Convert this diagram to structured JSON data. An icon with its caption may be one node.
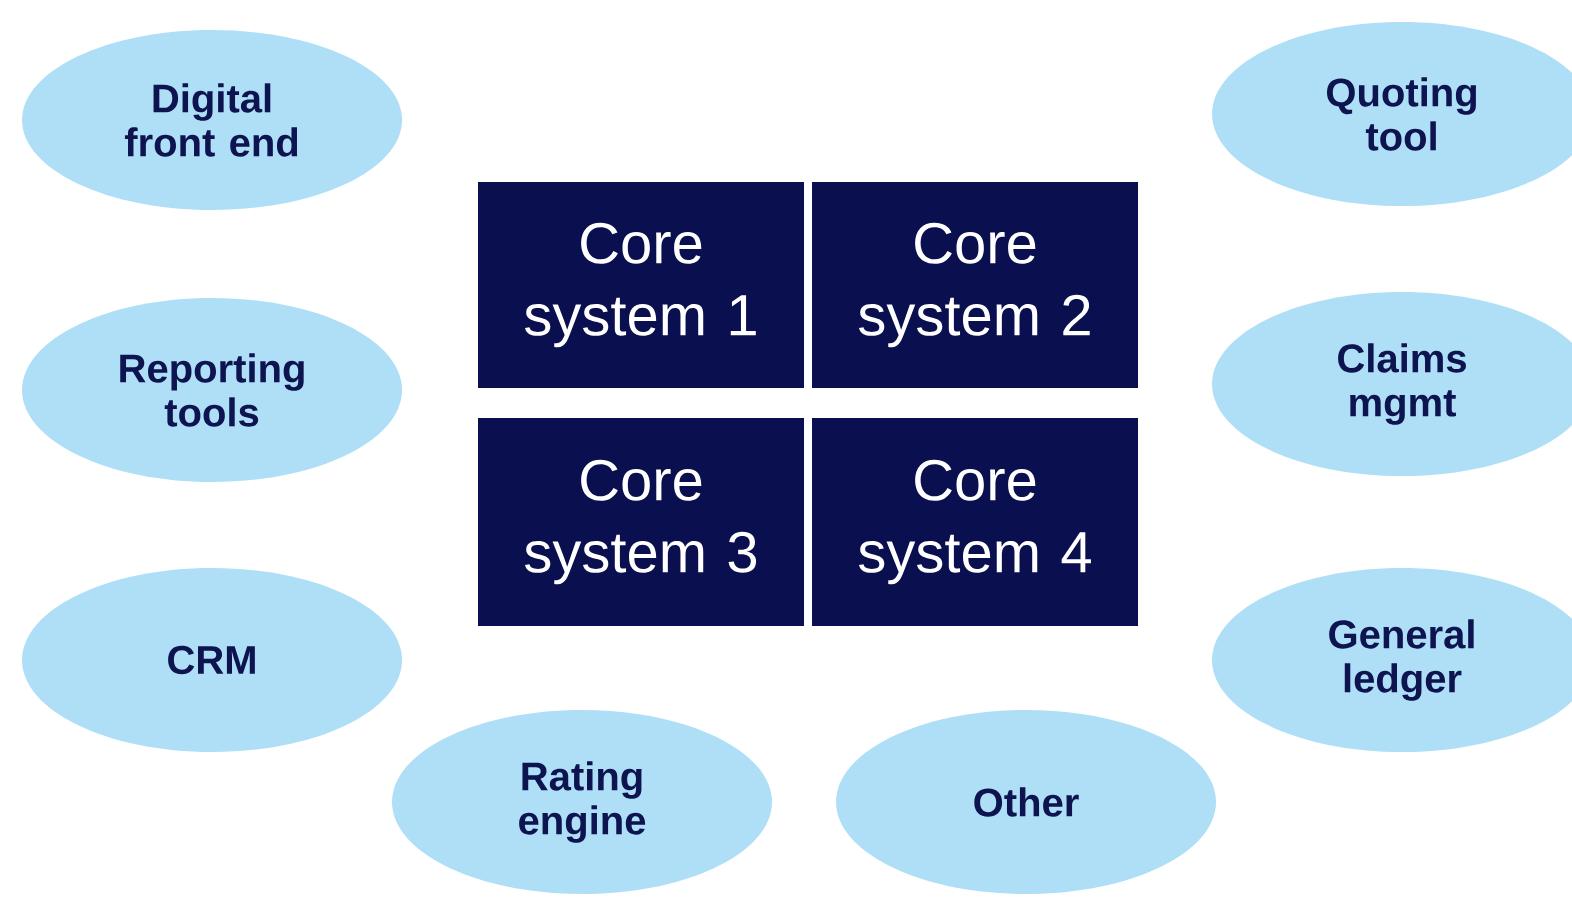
{
  "diagram": {
    "nodes": [
      {
        "text": [
          "Digital front end"
        ]
      },
      {
        "text": [
          "Quoting tool"
        ]
      },
      {
        "text": [
          "Core system 1"
        ]
      },
      {
        "text": [
          "Core system 2"
        ]
      },
      {
        "text": [
          "Reporting tools"
        ]
      },
      {
        "text": [
          "Claims mgmt"
        ]
      },
      {
        "text": [
          "Core system 3"
        ]
      },
      {
        "text": [
          "Core system 4"
        ]
      },
      {
        "text": [
          "CRM"
        ]
      },
      {
        "text": [
          "General ledger"
        ]
      },
      {
        "text": [
          "Rating engine"
        ]
      },
      {
        "text": [
          "Other"
        ]
      }
    ]
  }
}
